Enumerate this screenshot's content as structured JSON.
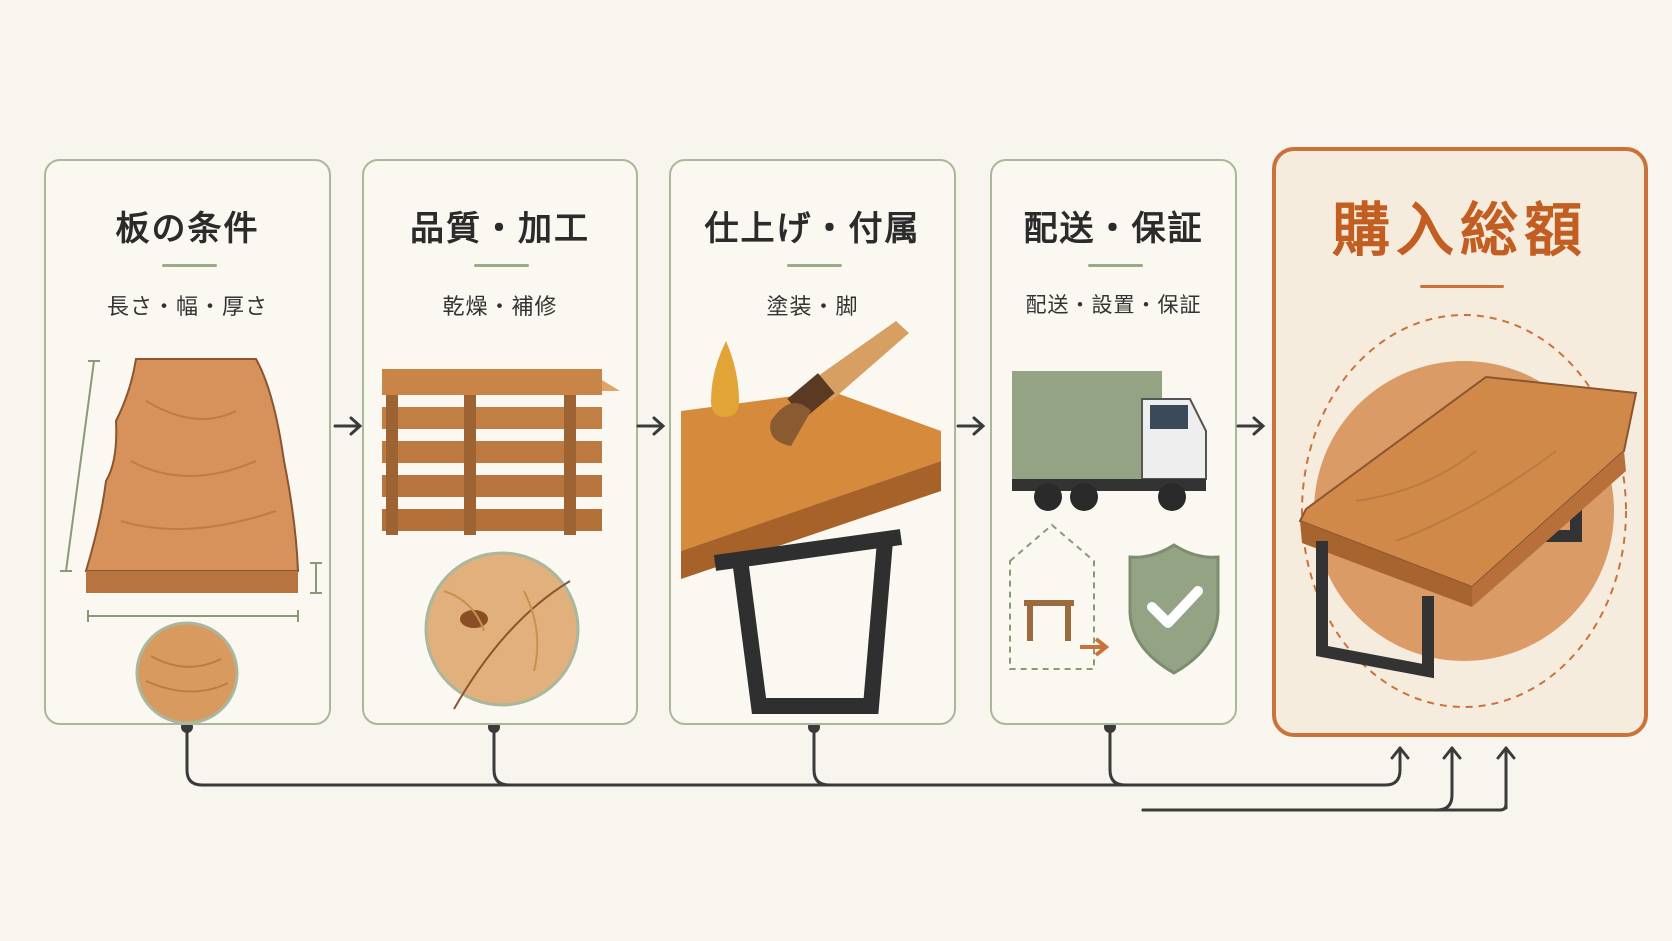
{
  "steps": [
    {
      "title": "板の条件",
      "subtitle": "長さ・幅・厚さ"
    },
    {
      "title": "品質・加工",
      "subtitle": "乾燥・補修"
    },
    {
      "title": "仕上げ・付属",
      "subtitle": "塗装・脚"
    },
    {
      "title": "配送・保証",
      "subtitle": "配送・設置・保証"
    }
  ],
  "result": {
    "title": "購入総額"
  },
  "colors": {
    "background": "#f8f5ee",
    "card_border": "#a9b79c",
    "accent_green": "#9aab87",
    "accent_orange": "#c9733a",
    "wood": "#d08a4e",
    "connector": "#3a3a3a"
  },
  "icons": [
    "slab-icon",
    "lumber-stack-icon",
    "wood-knot-icon",
    "oil-drop-icon",
    "brush-icon",
    "table-leg-icon",
    "truck-icon",
    "house-delivery-icon",
    "shield-check-icon",
    "table-icon"
  ]
}
